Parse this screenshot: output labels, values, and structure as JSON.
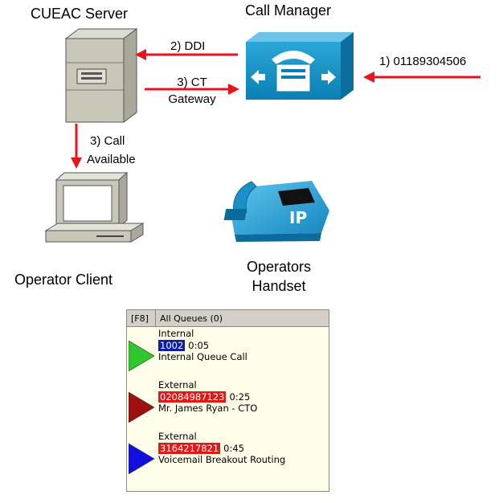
{
  "labels": {
    "server": "CUEAC Server",
    "call_manager": "Call Manager",
    "operator_client": "Operator Client",
    "operators_handset_line1": "Operators",
    "operators_handset_line2": "Handset"
  },
  "arrows": {
    "ddi": "2) DDI",
    "ct_line1": "3) CT",
    "ct_line2": "Gateway",
    "call_line1": "3) Call",
    "call_line2": "Available",
    "incoming": "1) 01189304506"
  },
  "icons": {
    "server": "server-tower-icon",
    "call_manager": "call-manager-icon",
    "computer": "desktop-computer-icon",
    "ip_phone": "ip-phone-icon",
    "arrow_color": "#e8141c"
  },
  "queue": {
    "key": "[F8]",
    "title": "All Queues (0)",
    "calls": [
      {
        "type": "Internal",
        "number": "1002",
        "duration": "0:05",
        "description": "Internal Queue Call",
        "color": "#2ec82e",
        "number_bg": "#0a1ea8"
      },
      {
        "type": "External",
        "number": "02084987123",
        "duration": "0:25",
        "description": "Mr. James Ryan - CTO",
        "color": "#9e1010",
        "number_bg": "#e01818"
      },
      {
        "type": "External",
        "number": "3164217821",
        "duration": "0:45",
        "description": "Voicemail Breakout Routing",
        "color": "#1010e0",
        "number_bg": "#e01818"
      }
    ]
  }
}
